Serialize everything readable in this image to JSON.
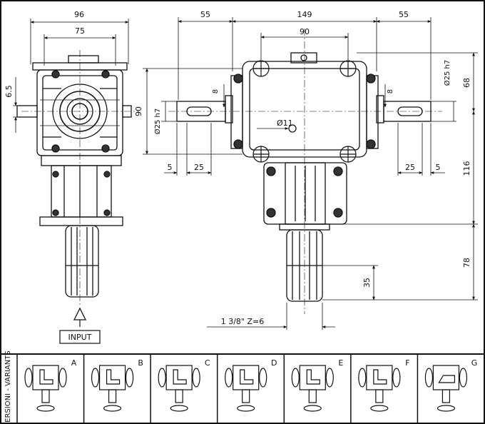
{
  "side_view": {
    "dim_overall_width": "96",
    "dim_inner_width": "75",
    "dim_side": "6.5",
    "input_label": "INPUT"
  },
  "front_view": {
    "dim_left_shaft": "55",
    "dim_center": "149",
    "dim_right_shaft": "55",
    "dim_bolt_spacing": "90",
    "dim_key_left": "8",
    "dim_key_right": "8",
    "dim_height_left": "90",
    "dim_shaft_dia_left": "Ø25 h7",
    "dim_shaft_dia_right": "Ø25 h7",
    "dim_bore": "Ø11",
    "dim_left_5": "5",
    "dim_left_25": "25",
    "dim_right_25": "25",
    "dim_right_5": "5",
    "dim_top_right": "68",
    "dim_mid_right": "116",
    "dim_bottom_right": "78",
    "dim_shaft_len": "35",
    "spline_label": "1 3/8\"  Z=6"
  },
  "variants": {
    "header": "VERSIONI - VARIANTS",
    "labels": [
      "A",
      "B",
      "C",
      "D",
      "E",
      "F",
      "G"
    ]
  }
}
